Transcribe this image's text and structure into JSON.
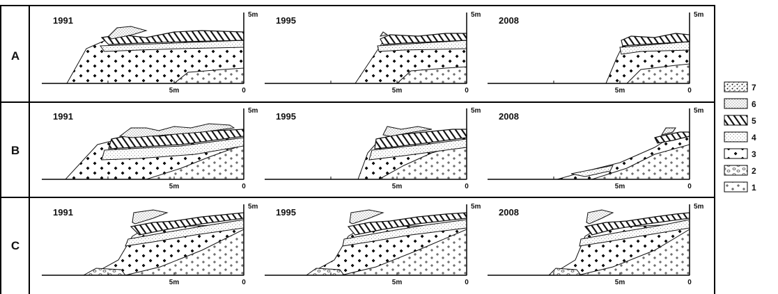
{
  "rows": [
    {
      "label": "A",
      "panels": [
        {
          "year": "1991",
          "scale_top": "5m",
          "scale_mid": "5m",
          "scale_zero": "0",
          "stage": 0
        },
        {
          "year": "1995",
          "scale_top": "5m",
          "scale_mid": "5m",
          "scale_zero": "0",
          "stage": 1
        },
        {
          "year": "2008",
          "scale_top": "5m",
          "scale_mid": "5m",
          "scale_zero": "0",
          "stage": 2
        }
      ]
    },
    {
      "label": "B",
      "panels": [
        {
          "year": "1991",
          "scale_top": "5m",
          "scale_mid": "5m",
          "scale_zero": "0",
          "stage": 0
        },
        {
          "year": "1995",
          "scale_top": "5m",
          "scale_mid": "5m",
          "scale_zero": "0",
          "stage": 1
        },
        {
          "year": "2008",
          "scale_top": "5m",
          "scale_mid": "5m",
          "scale_zero": "0",
          "stage": 2
        }
      ]
    },
    {
      "label": "C",
      "panels": [
        {
          "year": "1991",
          "scale_top": "5m",
          "scale_mid": "5m",
          "scale_zero": "0",
          "stage": 0
        },
        {
          "year": "1995",
          "scale_top": "5m",
          "scale_mid": "5m",
          "scale_zero": "0",
          "stage": 1
        },
        {
          "year": "2008",
          "scale_top": "5m",
          "scale_mid": "5m",
          "scale_zero": "0",
          "stage": 2
        }
      ]
    }
  ],
  "legend": [
    {
      "number": "7",
      "pattern": "dots-heavy"
    },
    {
      "number": "6",
      "pattern": "dots-fine"
    },
    {
      "number": "5",
      "pattern": "hatch-bold"
    },
    {
      "number": "4",
      "pattern": "stipple"
    },
    {
      "number": "3",
      "pattern": "flowers"
    },
    {
      "number": "2",
      "pattern": "pebbles"
    },
    {
      "number": "1",
      "pattern": "crosses"
    }
  ]
}
